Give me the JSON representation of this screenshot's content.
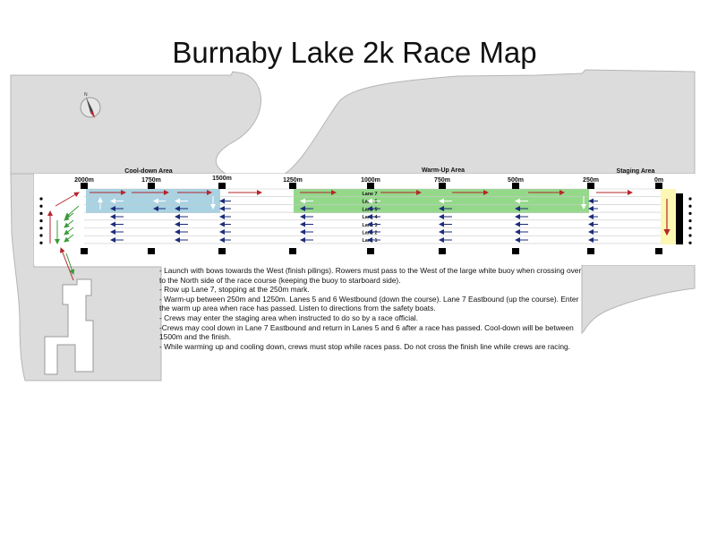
{
  "title": "Burnaby Lake 2k Race Map",
  "areas": {
    "cooldown": "Cool-down Area",
    "warmup": "Warm-Up Area",
    "staging": "Staging Area"
  },
  "distances": [
    "2000m",
    "1750m",
    "1500m",
    "1250m",
    "1000m",
    "750m",
    "500m",
    "250m",
    "0m"
  ],
  "lanes": [
    "Lane 7",
    "Lane 6",
    "Lane 5",
    "Lane 4",
    "Lane 3",
    "Lane 2",
    "Lane 1"
  ],
  "colors": {
    "land": "#dcdcdc",
    "cooldown": "#a9d3e3",
    "warmup": "#94d98a",
    "staging": "#fdf7b4",
    "eastbound_arrow": "#b5262c",
    "westbound_arrow": "#1c2c7a",
    "green_arrow": "#3a9a3a"
  },
  "icons": {
    "compass": "compass-icon"
  },
  "notes": [
    "- Launch with bows towards the West (finish pilings). Rowers must pass to the West of the large white buoy when crossing over to the North side of the race course (keeping the buoy to starboard side).",
    "- Row up Lane 7, stopping at the 250m mark.",
    "- Warm-up between 250m and 1250m. Lanes 5 and 6 Westbound (down the course). Lane 7 Eastbound (up the course). Enter the warm up area when race has passed. Listen to directions from the safety boats.",
    "- Crews may enter the staging area when instructed to do so by a race official.",
    "-Crews may cool down in Lane 7 Eastbound and return in Lanes 5 and 6 after a race has passed. Cool-down will be between 1500m and the finish.",
    "- While warming up and cooling down, crews must stop while races pass. Do not cross the finish line while crews are racing."
  ]
}
